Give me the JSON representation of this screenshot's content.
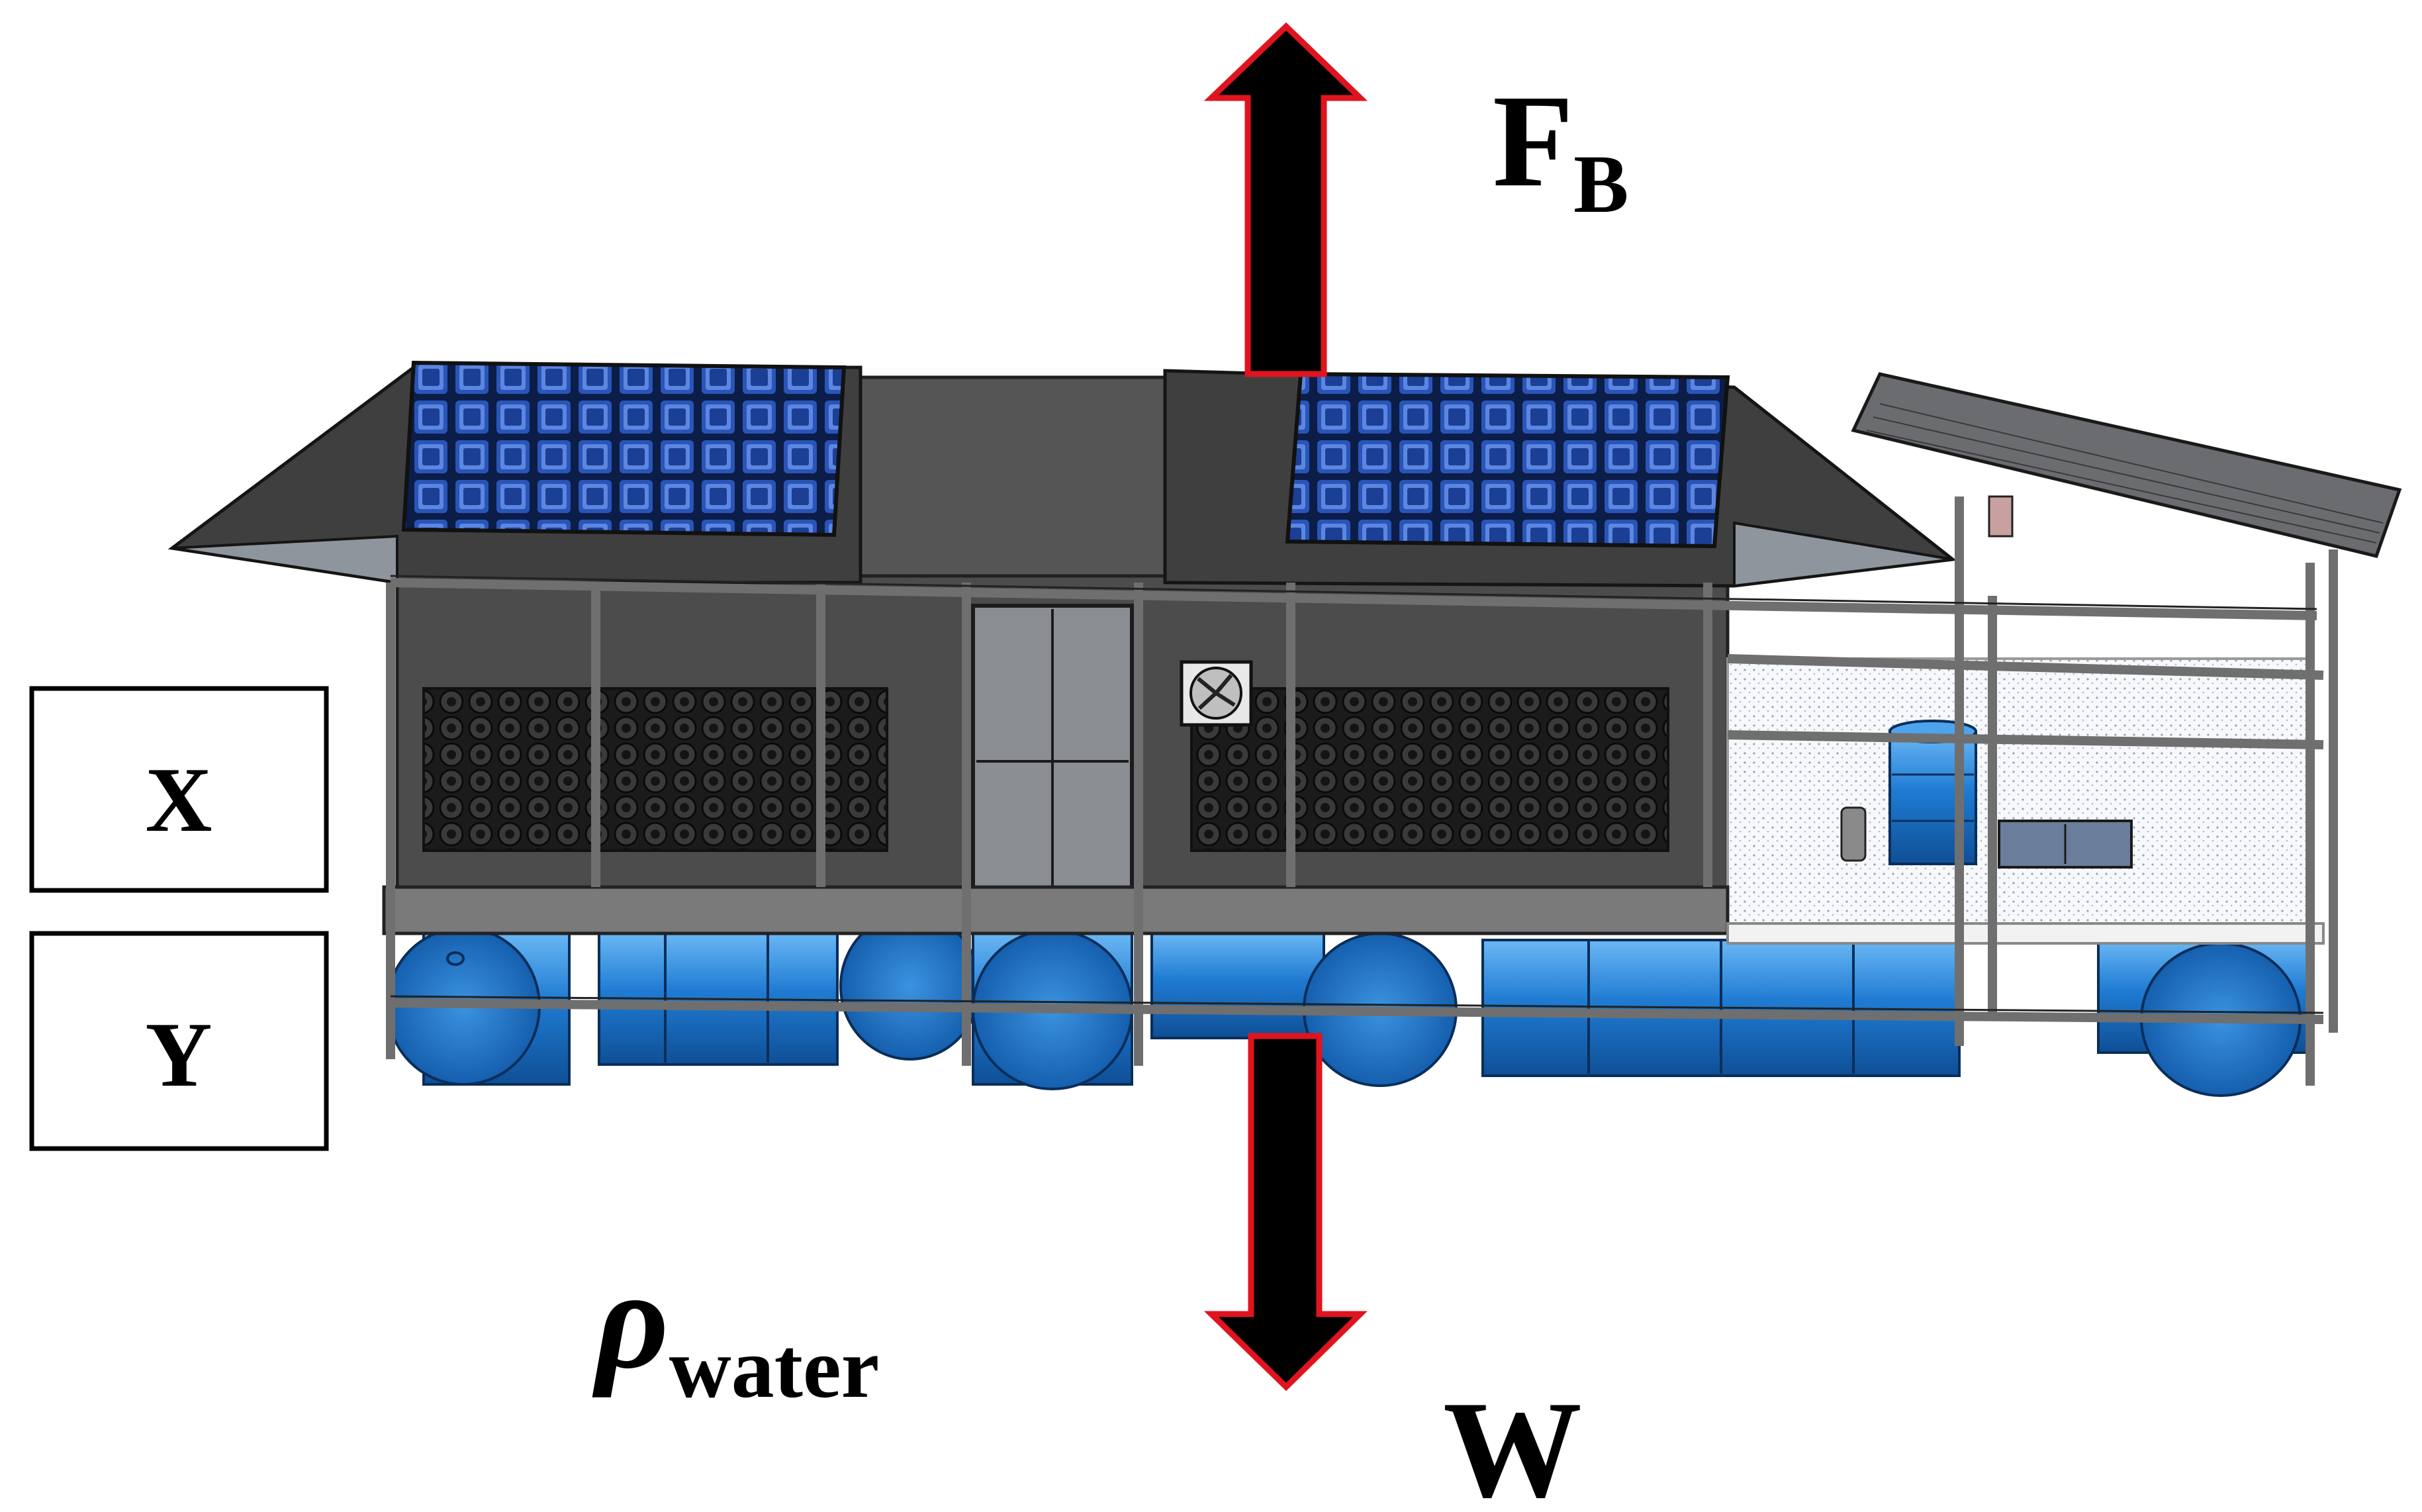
{
  "labels": {
    "buoyant_force": {
      "main": "F",
      "sub": "B"
    },
    "weight": "W",
    "density": {
      "main": "ρ",
      "sub": "water"
    },
    "box_x": "X",
    "box_y": "Y"
  },
  "colors": {
    "arrow_fill": "#000000",
    "arrow_outline": "#e0141e",
    "barrel": "#1a72c8",
    "barrel_light": "#4da3ee",
    "solar_panel": "#1f3f8a",
    "structure_gray": "#5a5a5a",
    "roof_gray": "#4a4a4a",
    "frame": "#8c8c8c"
  },
  "icons": {
    "up_arrow": "buoyant-force-arrow-icon",
    "down_arrow": "weight-arrow-icon",
    "fan": "ventilation-fan-icon"
  }
}
